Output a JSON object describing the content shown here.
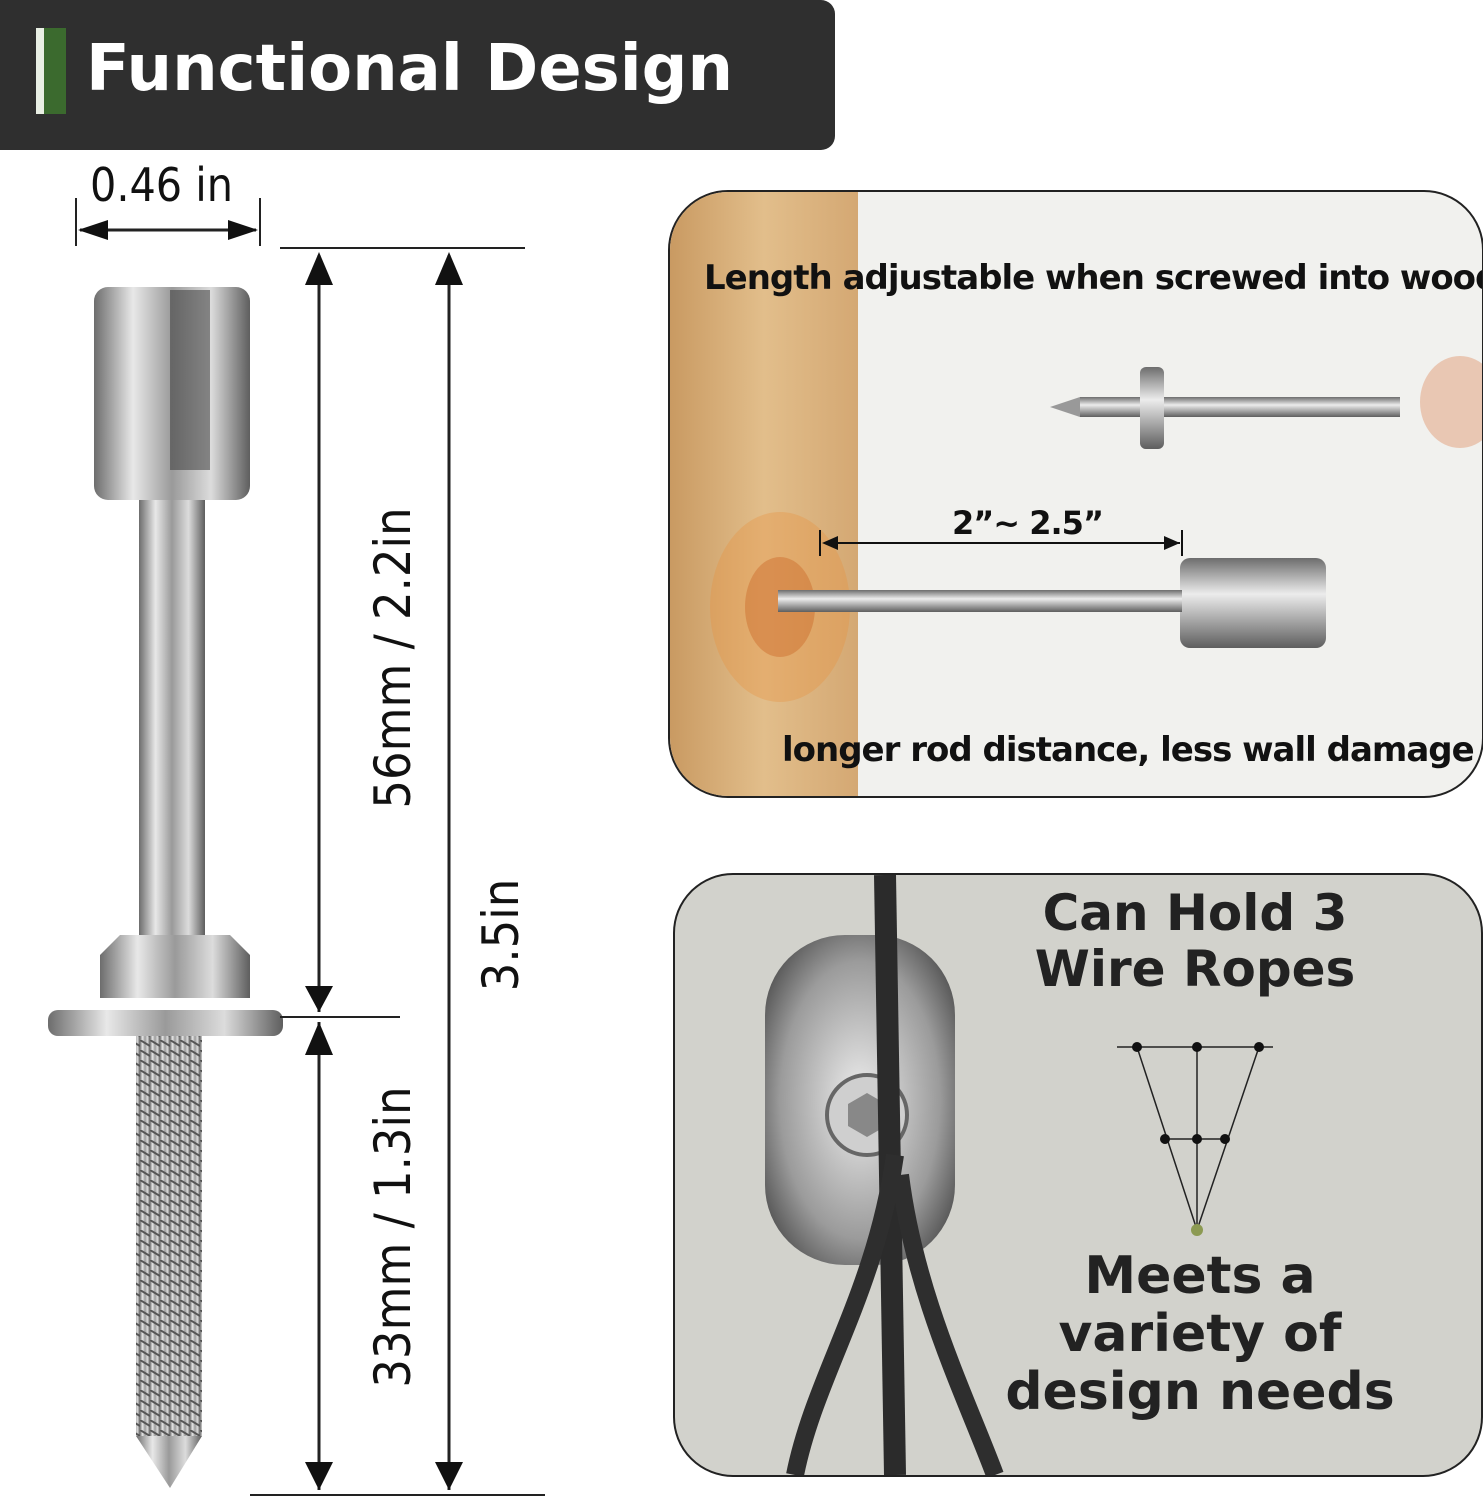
{
  "header": {
    "title": "Functional Design"
  },
  "dimensions": {
    "width": "0.46 in",
    "upper_length": "56mm / 2.2in",
    "lower_length": "33mm / 1.3in",
    "total_length": "3.5in"
  },
  "panel_wood": {
    "caption_top": "Length adjustable when screwed into wood",
    "distance": "2”~ 2.5”",
    "caption_bottom": "longer rod distance, less wall damage"
  },
  "panel_rope": {
    "caption_top_line1": "Can Hold 3",
    "caption_top_line2": "Wire Ropes",
    "caption_bottom_line1": "Meets a",
    "caption_bottom_line2": "variety of",
    "caption_bottom_line3": "design needs"
  },
  "colors": {
    "header_bg": "#2f2f2f",
    "accent_green": "#3b6a2e",
    "wood": "#d9b27e"
  }
}
